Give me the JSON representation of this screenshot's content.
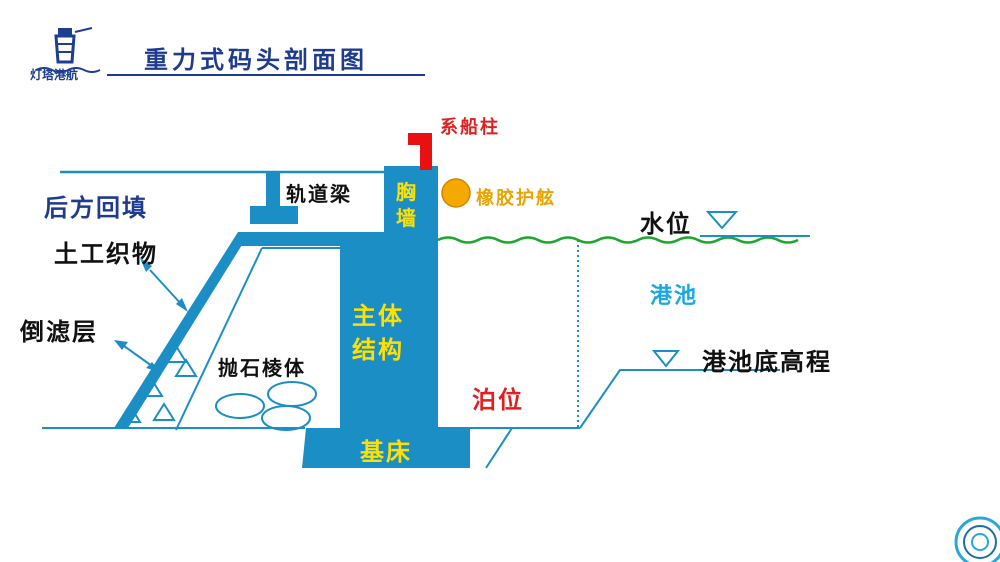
{
  "header": {
    "title": "重力式码头剖面图",
    "logo_text": "灯塔港航"
  },
  "labels": {
    "bollard": "系船柱",
    "fender": "橡胶护舷",
    "rail_beam": "轨道梁",
    "breast_wall_1": "胸",
    "breast_wall_2": "墙",
    "backfill": "后方回填",
    "geotextile": "土工织物",
    "filter_layer": "倒滤层",
    "rubble_prism": "抛石棱体",
    "main_structure_1": "主体",
    "main_structure_2": "结构",
    "foundation_bed": "基床",
    "water_level": "水位",
    "harbor_basin": "港池",
    "basin_bottom_elevation": "港池底高程",
    "berth": "泊位"
  },
  "colors": {
    "structure_blue": "#1b8fc5",
    "label_dark": "#111111",
    "label_navy": "#1f3b8f",
    "label_yellow": "#ffe000",
    "label_orange": "#e8a400",
    "label_red": "#e02020",
    "label_cyan": "#19a8e0",
    "bollard_red": "#e81010",
    "fender_orange": "#f5a800",
    "water_green": "#19a82a"
  },
  "icons": {
    "logo": "lighthouse-icon",
    "corner": "circular-swirl-icon"
  }
}
